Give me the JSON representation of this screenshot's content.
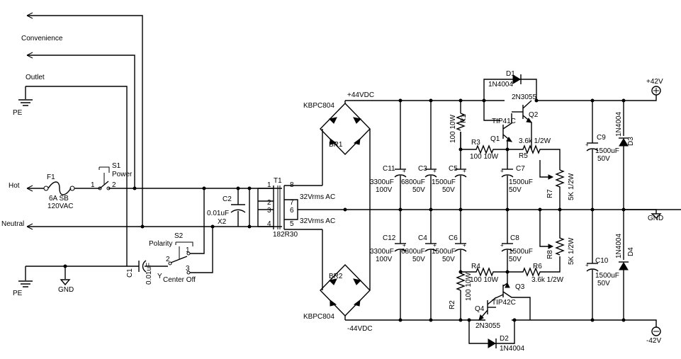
{
  "left": {
    "convenience": "Convenience",
    "outlet": "Outlet",
    "pe_top": "PE",
    "pe_bottom": "PE",
    "hot": "Hot",
    "neutral": "Neutral",
    "gnd": "GND"
  },
  "fuse": {
    "ref": "F1",
    "rating": "6A SB",
    "voltage": "120VAC"
  },
  "s1": {
    "ref": "S1",
    "name": "Power",
    "pin1": "1",
    "pin2": "2"
  },
  "s2": {
    "ref": "S2",
    "name": "Polarity",
    "pin1": "1",
    "pin2": "2",
    "pin3": "3",
    "center": "Center Off"
  },
  "c1": {
    "ref": "C1",
    "value": "0.01uF",
    "type": "Y"
  },
  "c2": {
    "ref": "C2",
    "value": "0.01uF",
    "type": "X2"
  },
  "t1": {
    "ref": "T1",
    "part": "182R30",
    "pins": [
      "1",
      "2",
      "3",
      "4",
      "8",
      "7",
      "6",
      "5"
    ],
    "sec_top": "32Vrms AC",
    "sec_bottom": "32Vrms AC"
  },
  "bridges": {
    "br1": "BR1",
    "br2": "BR2",
    "part_top": "KBPC804",
    "part_bottom": "KBPC804"
  },
  "rails": {
    "pos": "+44VDC",
    "neg": "-44VDC"
  },
  "caps_top": [
    {
      "ref": "C11",
      "value": "3300uF",
      "volt": "100V"
    },
    {
      "ref": "C3",
      "value": "6800uF",
      "volt": "50V"
    },
    {
      "ref": "C5",
      "value": "1500uF",
      "volt": "50V"
    },
    {
      "ref": "C7",
      "value": "1500uF",
      "volt": "50V"
    },
    {
      "ref": "C9",
      "value": "1500uF",
      "volt": "50V"
    }
  ],
  "caps_bottom": [
    {
      "ref": "C12",
      "value": "3300uF",
      "volt": "100V"
    },
    {
      "ref": "C4",
      "value": "6800uF",
      "volt": "50V"
    },
    {
      "ref": "C6",
      "value": "1500uF",
      "volt": "50V"
    },
    {
      "ref": "C8",
      "value": "1500uF",
      "volt": "50V"
    },
    {
      "ref": "C10",
      "value": "1500uF",
      "volt": "50V"
    }
  ],
  "resistors": {
    "r1": {
      "ref": "R1",
      "value": "100 10W"
    },
    "r2": {
      "ref": "R2",
      "value": "100 10W"
    },
    "r3": {
      "ref": "R3",
      "value": "100 10W"
    },
    "r4": {
      "ref": "R4",
      "value": "100 10W"
    },
    "r5": {
      "ref": "R5",
      "value": "3.6k 1/2W"
    },
    "r6": {
      "ref": "R6",
      "value": "3.6k 1/2W"
    },
    "r7": {
      "ref": "R7",
      "value": "5K 1/2W"
    },
    "r8": {
      "ref": "R8",
      "value": "5K 1/2W"
    }
  },
  "diodes": {
    "d1": {
      "ref": "D1",
      "part": "1N4004"
    },
    "d2": {
      "ref": "D2",
      "part": "1N4004"
    },
    "d3": {
      "ref": "D3",
      "part": "1N4004"
    },
    "d4": {
      "ref": "D4",
      "part": "1N4004"
    }
  },
  "transistors": {
    "q1": {
      "ref": "Q1",
      "part": "TIP41C"
    },
    "q2": {
      "ref": "Q2",
      "part": "2N3055"
    },
    "q3": {
      "ref": "Q3",
      "part": "TIP42C"
    },
    "q4": {
      "ref": "Q4",
      "part": "2N3055"
    }
  },
  "outputs": {
    "pos": "+42V",
    "neg": "-42V",
    "gnd": "GND"
  }
}
